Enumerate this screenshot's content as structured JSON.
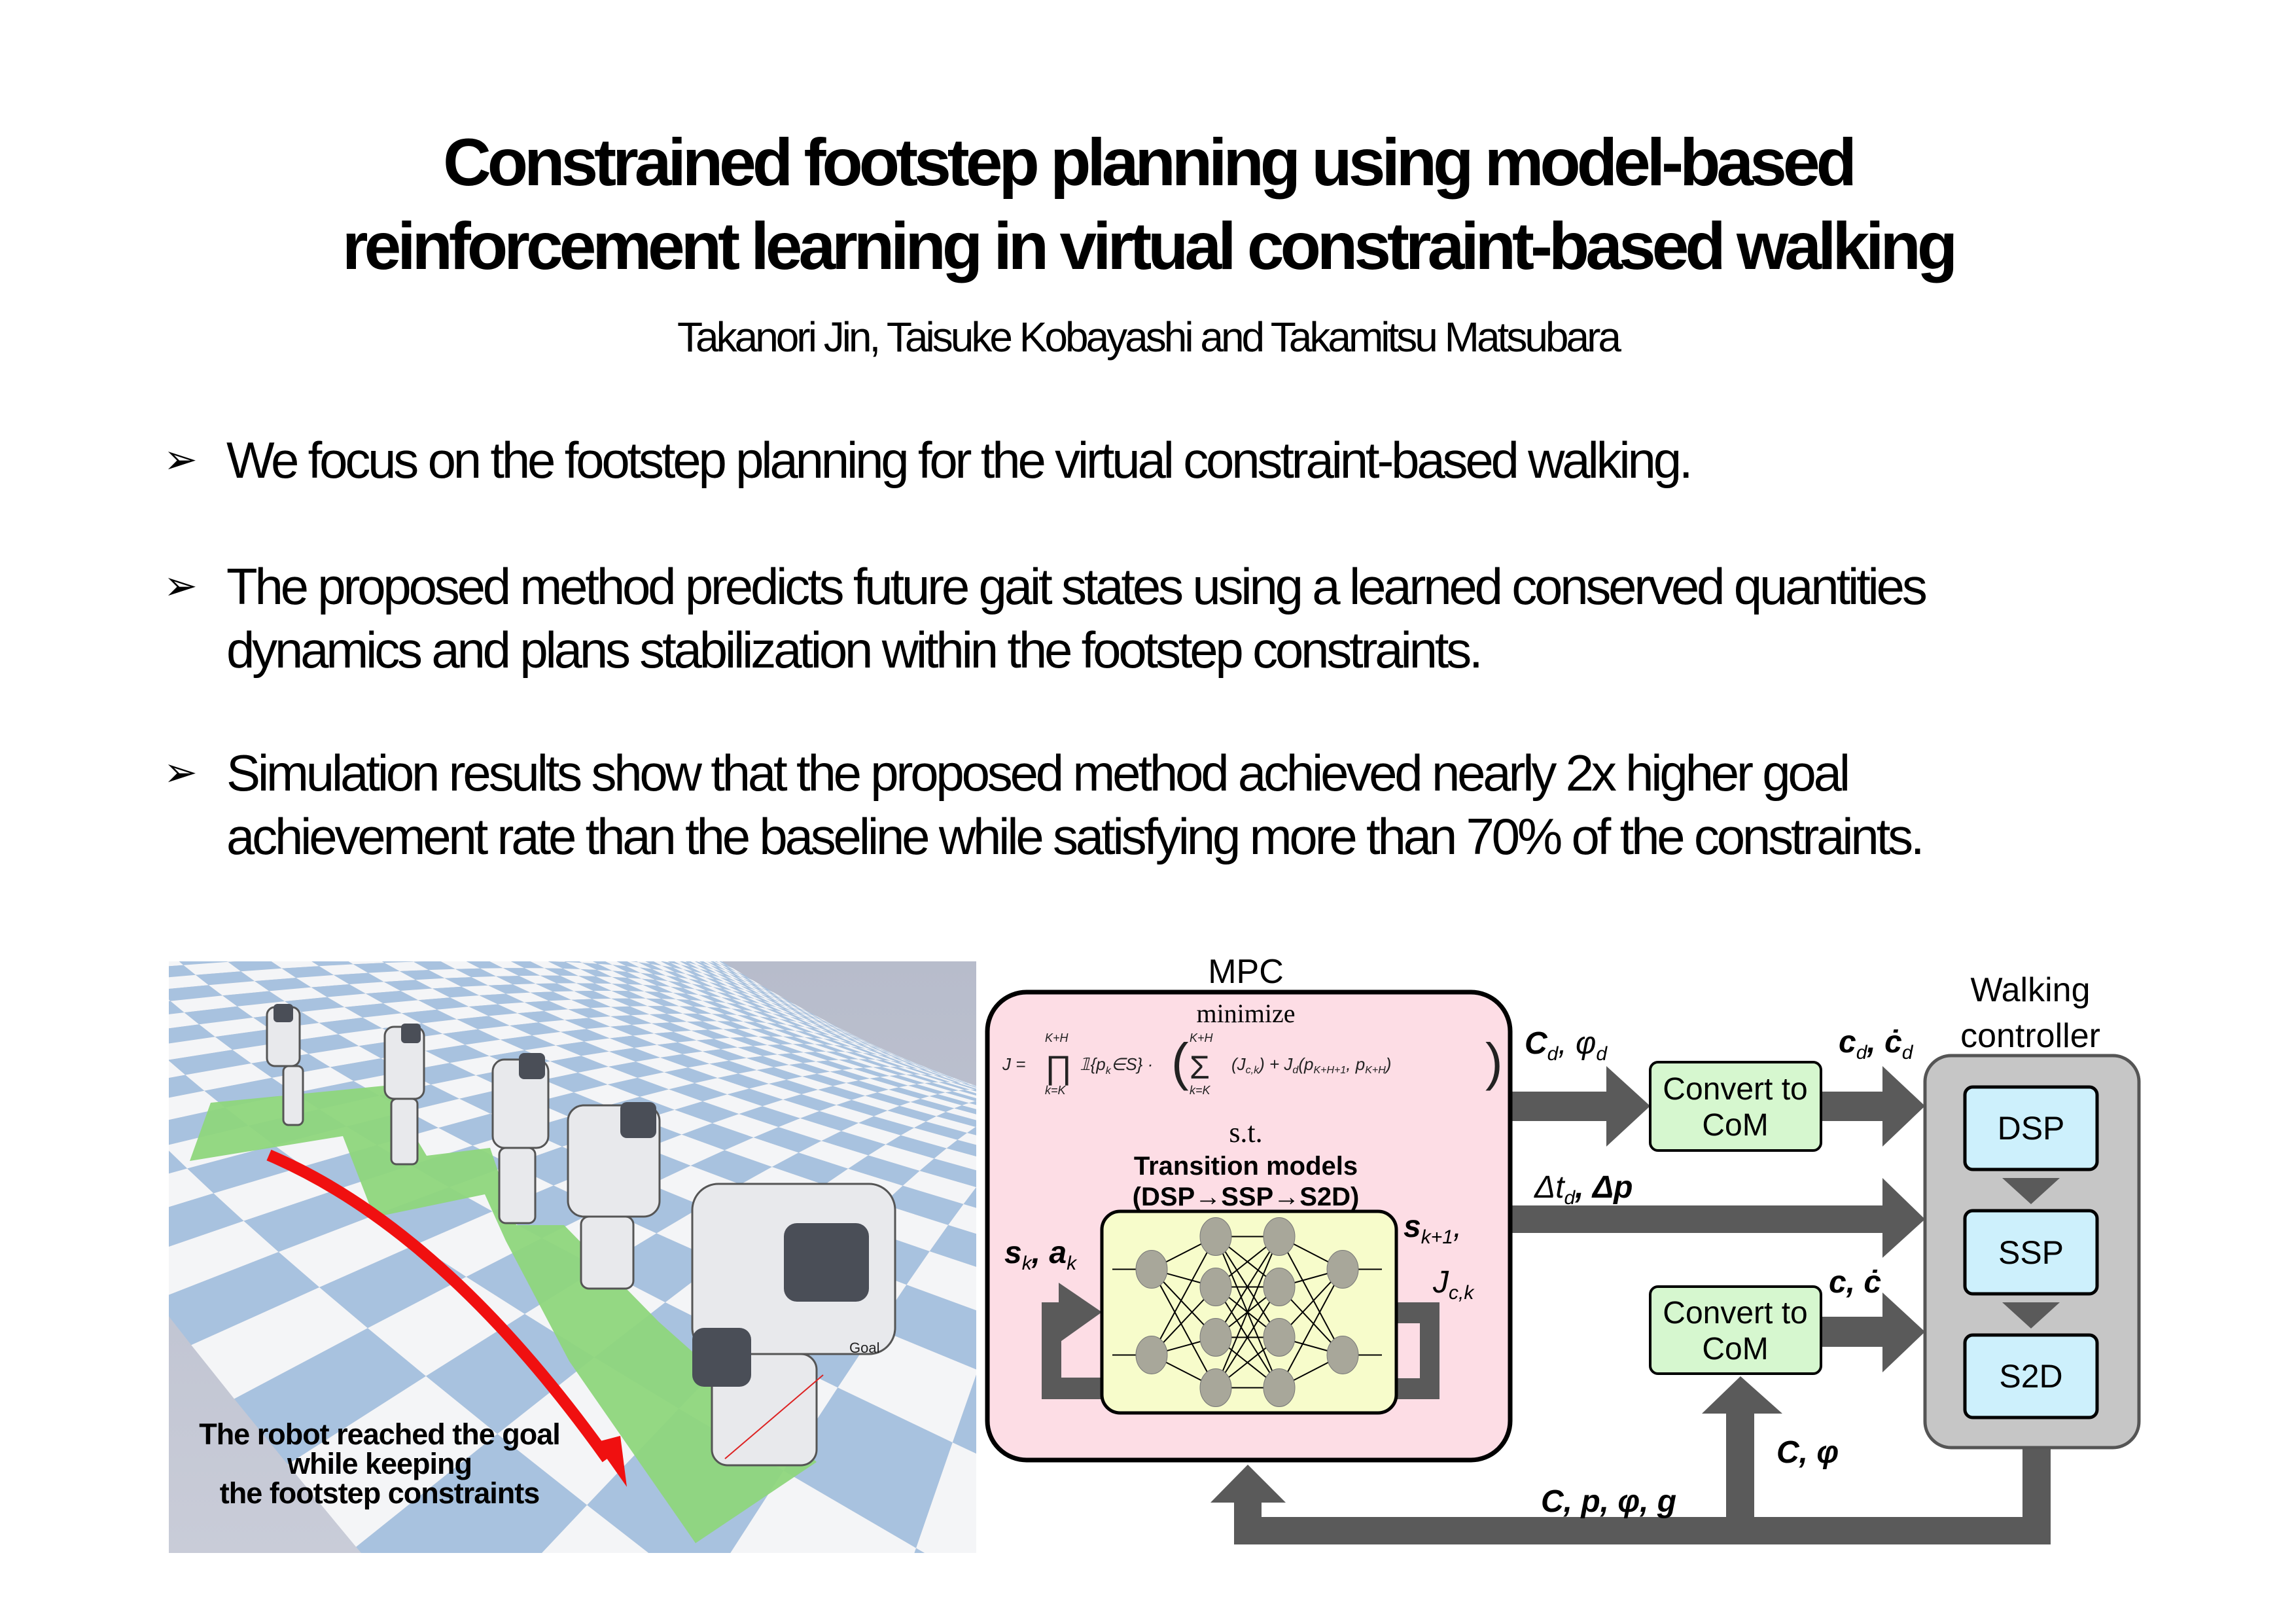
{
  "title": {
    "line1": "Constrained footstep planning using model-based",
    "line2": "reinforcement learning in virtual constraint-based walking"
  },
  "authors": "Takanori Jin, Taisuke Kobayashi and Takamitsu Matsubara",
  "bullet_icon": "arrowhead-bullet-icon",
  "bullets": [
    {
      "lines": [
        "We focus on the footstep planning for the virtual constraint-based walking."
      ]
    },
    {
      "lines": [
        "The proposed method predicts future gait states using a learned conserved quantities",
        "dynamics and plans stabilization within the footstep constraints."
      ]
    },
    {
      "lines": [
        "Simulation results show that the proposed method achieved nearly 2x higher goal",
        "achievement rate than the baseline while satisfying more than 70% of the constraints."
      ]
    }
  ],
  "photo": {
    "caption": [
      "The robot reached the goal",
      "while keeping",
      "the footstep constraints"
    ],
    "goal_label": "Goal",
    "colors": {
      "tile_blue": "#a8c2df",
      "tile_white": "#f4f5f7",
      "path_green": "#8ed67c",
      "arrow_red": "#f01010"
    }
  },
  "diagram": {
    "mpc_label": "MPC",
    "minimize": "minimize",
    "formula": {
      "lhs": "J =",
      "prod": "∏",
      "upper": "K+H",
      "lower": "k=K",
      "indicator": "𝟙{p",
      "indicator_sub": "k",
      "indicator_tail": "∈S} ·",
      "sum": "Σ",
      "term1": "(J",
      "term1_sub": "c,k",
      "term1_tail": ") + J",
      "term2_sub": "d",
      "term2": "(p",
      "term2_a": "K+H+1",
      "term2_mid": ", p",
      "term2_b": "K+H",
      "term2_tail": ")",
      "lparen": "(",
      "rparen": ")"
    },
    "st": "s.t.",
    "transition_title": "Transition models",
    "transition_sub": "(DSP→SSP→S2D)",
    "input_label": "s",
    "input_label_sub": "k",
    "input_label_mid": ", a",
    "input_label_sub2": "k",
    "output_label": "s",
    "output_label_sub": "k+1",
    "output_label_tail": ",",
    "cost_label": "J",
    "cost_label_sub": "c,k",
    "cd_phid": "C",
    "cd_phid_sub": "d",
    "cd_phid_mid": ", φ",
    "cd_phid_sub2": "d",
    "convert1": [
      "Convert to",
      "CoM"
    ],
    "convert2": [
      "Convert to",
      "CoM"
    ],
    "small_cd": "c",
    "small_cd_sub": "d",
    "small_cd_mid": ", ċ",
    "small_cd_sub2": "d",
    "delta_label": "Δt",
    "delta_sub": "d",
    "delta_tail": ", Δp",
    "c_cdot": "c, ċ",
    "c_phi": "C, φ",
    "feedback": "C, p, φ, g",
    "controller_title": [
      "Walking",
      "controller"
    ],
    "phases": [
      "DSP",
      "SSP",
      "S2D"
    ],
    "colors": {
      "mpc_fill": "#fddde5",
      "nn_fill": "#f7fccb",
      "convert_fill": "#d6f7cf",
      "controller_fill": "#c6c6c6",
      "phase_fill": "#cdf0fc",
      "arrow": "#5a5a5a"
    }
  }
}
